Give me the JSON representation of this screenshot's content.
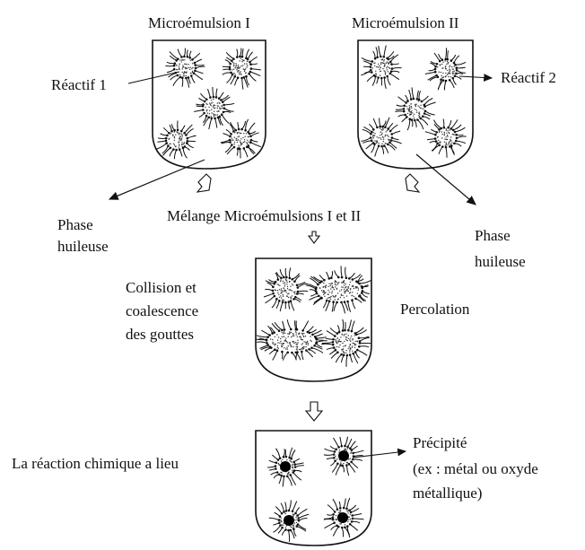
{
  "labels": {
    "microemulsion_1": "Microémulsion I",
    "microemulsion_2": "Microémulsion II",
    "reactif_1": "Réactif 1",
    "reactif_2": "Réactif 2",
    "phase_left_1": "Phase",
    "phase_left_2": "huileuse",
    "phase_right_1": "Phase",
    "phase_right_2": "huileuse",
    "melange": "Mélange Microémulsions I et II",
    "collision_1": "Collision et",
    "collision_2": "coalescence",
    "collision_3": "des gouttes",
    "percolation": "Percolation",
    "reaction": "La réaction chimique a lieu",
    "precipite_1": "Précipité",
    "precipite_2": "(ex : métal ou oxyde",
    "precipite_3": "métallique)"
  }
}
